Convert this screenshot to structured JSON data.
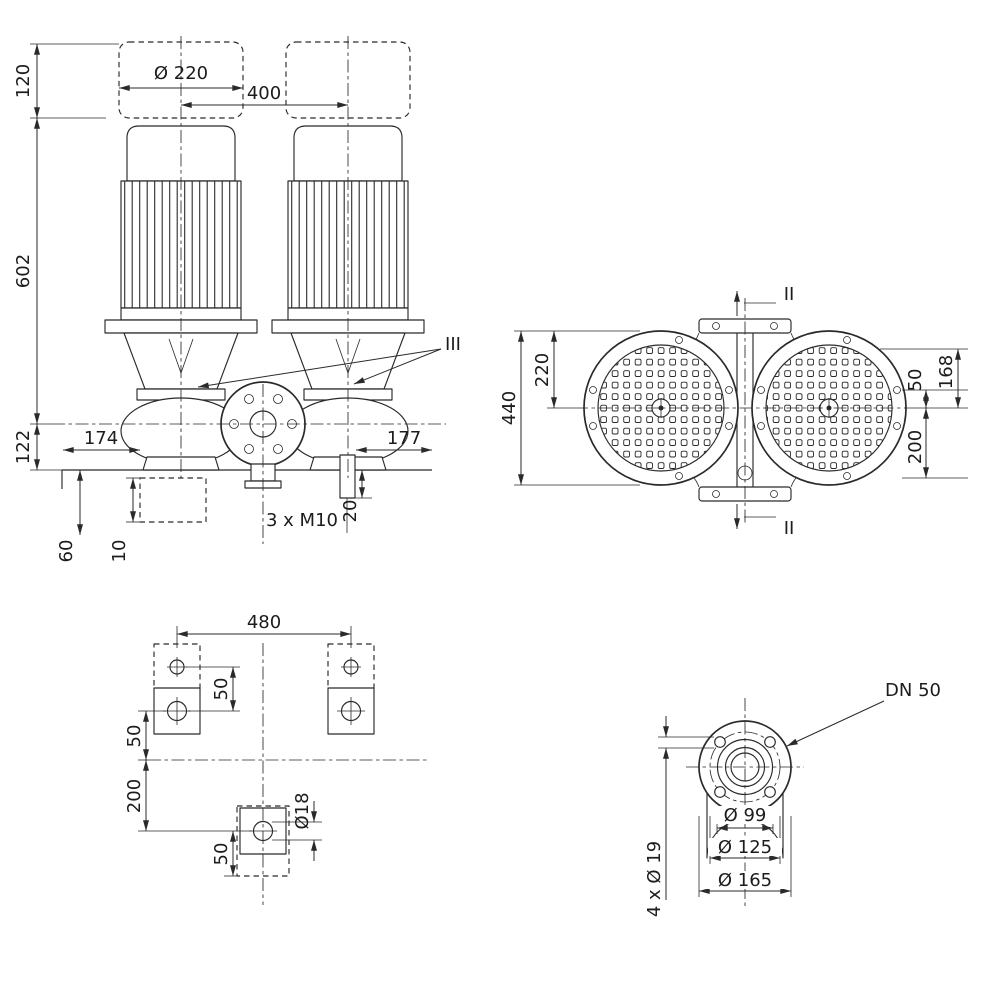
{
  "front": {
    "d120": "120",
    "dia220": "Ø 220",
    "d400": "400",
    "d602": "602",
    "d122": "122",
    "d174": "174",
    "d177": "177",
    "section_iii": "III",
    "d20": "20",
    "m10": "3 x M10",
    "d60": "60",
    "d10": "10"
  },
  "top": {
    "d440": "440",
    "d220": "220",
    "d50": "50",
    "d168": "168",
    "d200": "200",
    "section_ii_top": "II",
    "section_ii_bottom": "II"
  },
  "foundation": {
    "d480": "480",
    "d50_holes": "50",
    "d50_left": "50",
    "d200": "200",
    "d50_bottom": "50",
    "dia18": "Ø18"
  },
  "flange": {
    "dn": "DN 50",
    "bolts": "4 x Ø 19",
    "dia99": "Ø 99",
    "dia125": "Ø 125",
    "dia165": "Ø 165"
  }
}
